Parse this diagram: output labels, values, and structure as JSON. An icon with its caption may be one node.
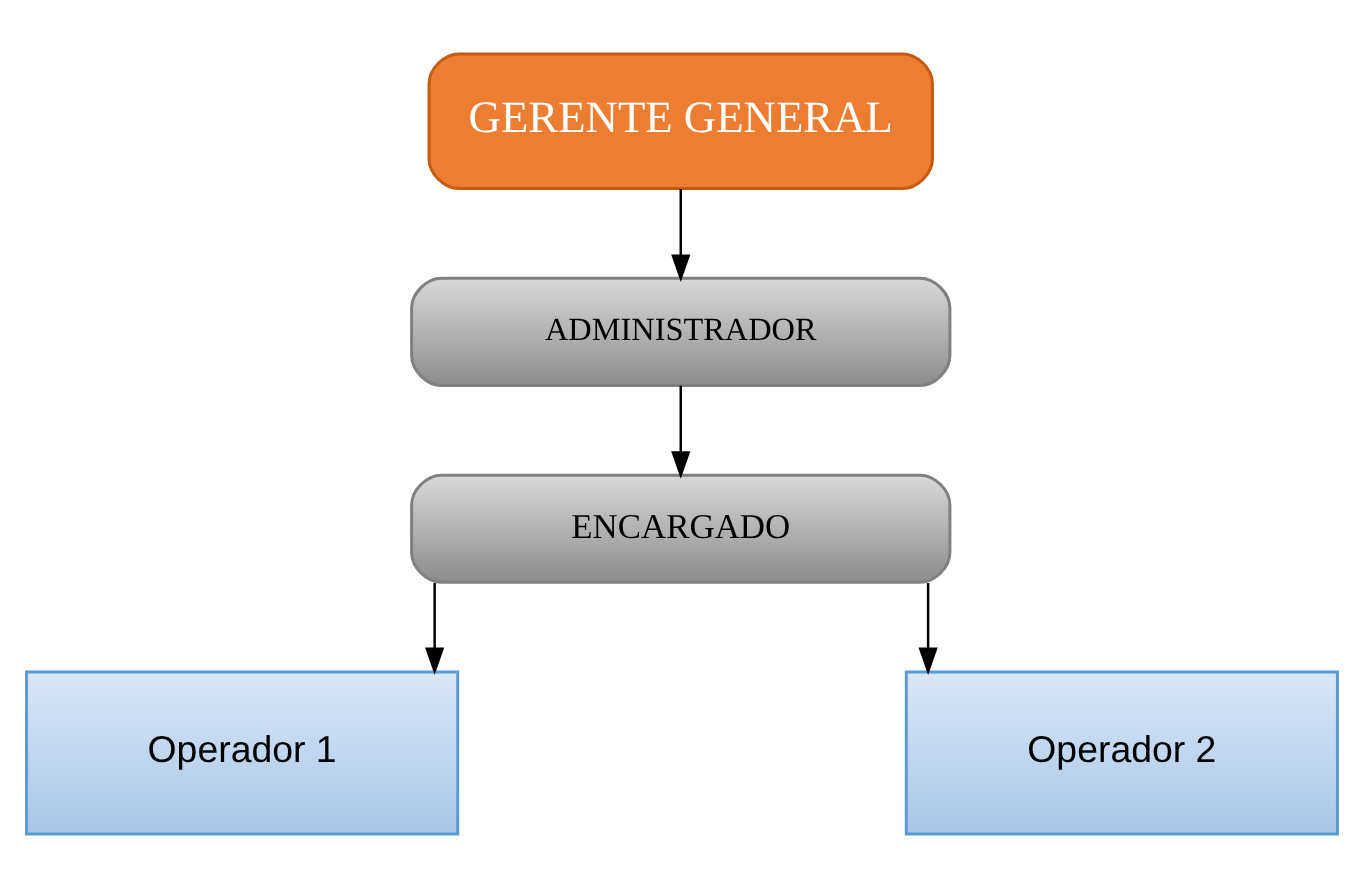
{
  "diagram": {
    "nodes": [
      {
        "text": [
          "GERENTE GENERAL"
        ]
      },
      {
        "text": [
          "ADMINISTRADOR"
        ]
      },
      {
        "text": [
          "ENCARGADO"
        ]
      },
      {
        "text": [
          "Operador 1"
        ]
      },
      {
        "text": [
          "Operador 2"
        ]
      }
    ],
    "edges": [
      {
        "from": 0,
        "to": 1,
        "arrow": "to"
      },
      {
        "from": 1,
        "to": 2,
        "arrow": "to"
      },
      {
        "from": 2,
        "to": 3,
        "arrow": "to"
      },
      {
        "from": 2,
        "to": 4,
        "arrow": "to"
      }
    ]
  }
}
